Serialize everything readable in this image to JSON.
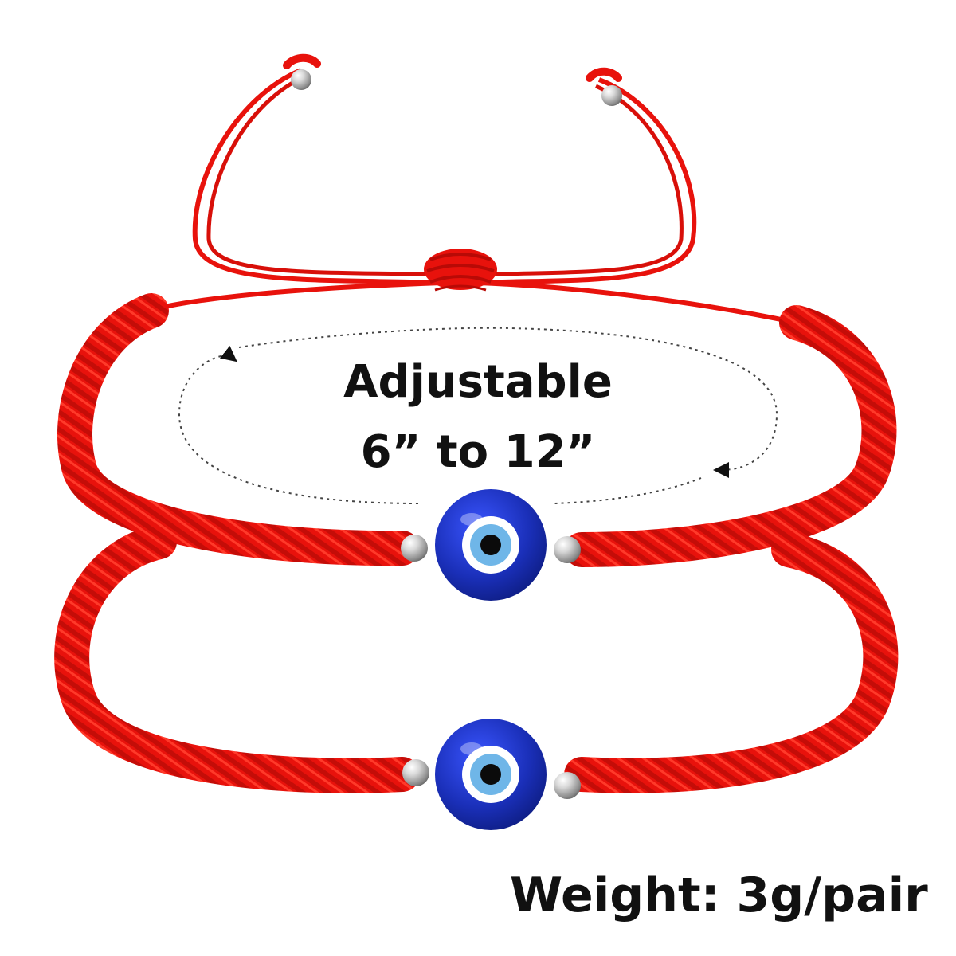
{
  "captions": {
    "adjustable": "Adjustable",
    "size_range": "6” to 12”",
    "weight": "Weight: 3g/pair"
  },
  "product": {
    "item": "red-string-evil-eye-bracelet",
    "count": 2,
    "icons": [
      "adjust-arrow-icon",
      "evil-eye-bead-icon",
      "silver-bead-icon"
    ]
  },
  "colors": {
    "background": "#ffffff",
    "cord": "#e8120c",
    "cord_shadow": "#b80a06",
    "cord_highlight": "#ff3a2a",
    "eye_outer": "#1a2fb8",
    "eye_outer_dark": "#0c1a7a",
    "eye_white": "#ffffff",
    "eye_iris": "#6fb6e8",
    "eye_pupil": "#0b0b0b",
    "silver": "#c9c9c9",
    "text": "#111111"
  }
}
